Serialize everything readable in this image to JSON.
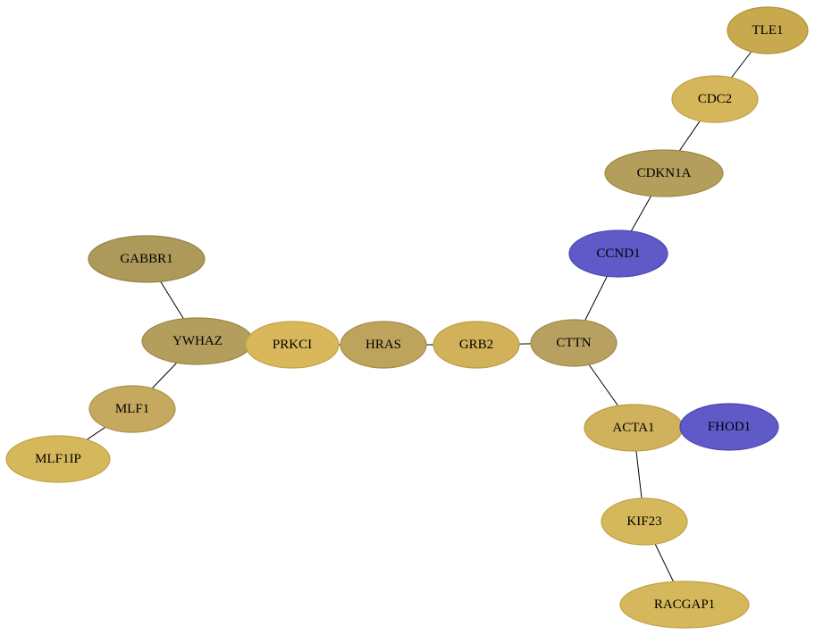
{
  "nodes": [
    {
      "id": "TLE1",
      "label": "TLE1",
      "fill": "#c9a94e",
      "stroke": "#b39338"
    },
    {
      "id": "CDC2",
      "label": "CDC2",
      "fill": "#d6b65a",
      "stroke": "#c0a042"
    },
    {
      "id": "CDKN1A",
      "label": "CDKN1A",
      "fill": "#b39e5c",
      "stroke": "#9c8746"
    },
    {
      "id": "CCND1",
      "label": "CCND1",
      "fill": "#5f5ac8",
      "stroke": "#4a45b4"
    },
    {
      "id": "GABBR1",
      "label": "GABBR1",
      "fill": "#ad995a",
      "stroke": "#968244"
    },
    {
      "id": "YWHAZ",
      "label": "YWHAZ",
      "fill": "#b49e5e",
      "stroke": "#9d8747"
    },
    {
      "id": "PRKCI",
      "label": "PRKCI",
      "fill": "#d8b85a",
      "stroke": "#c2a242"
    },
    {
      "id": "HRAS",
      "label": "HRAS",
      "fill": "#bea35c",
      "stroke": "#a78c45"
    },
    {
      "id": "GRB2",
      "label": "GRB2",
      "fill": "#d1b25a",
      "stroke": "#bb9c42"
    },
    {
      "id": "CTTN",
      "label": "CTTN",
      "fill": "#b8a060",
      "stroke": "#a18949"
    },
    {
      "id": "MLF1",
      "label": "MLF1",
      "fill": "#c4a95e",
      "stroke": "#ad9247"
    },
    {
      "id": "MLF1IP",
      "label": "MLF1IP",
      "fill": "#d6b85c",
      "stroke": "#c0a244"
    },
    {
      "id": "ACTA1",
      "label": "ACTA1",
      "fill": "#d1b25c",
      "stroke": "#bb9c44"
    },
    {
      "id": "FHOD1",
      "label": "FHOD1",
      "fill": "#5f5ac8",
      "stroke": "#4a45b4"
    },
    {
      "id": "KIF23",
      "label": "KIF23",
      "fill": "#d6b85c",
      "stroke": "#c0a244"
    },
    {
      "id": "RACGAP1",
      "label": "RACGAP1",
      "fill": "#d6b85c",
      "stroke": "#c0a244"
    }
  ],
  "edges": [
    [
      "TLE1",
      "CDC2"
    ],
    [
      "CDC2",
      "CDKN1A"
    ],
    [
      "CDKN1A",
      "CCND1"
    ],
    [
      "CCND1",
      "CTTN"
    ],
    [
      "GABBR1",
      "YWHAZ"
    ],
    [
      "YWHAZ",
      "PRKCI"
    ],
    [
      "YWHAZ",
      "MLF1"
    ],
    [
      "MLF1",
      "MLF1IP"
    ],
    [
      "PRKCI",
      "HRAS"
    ],
    [
      "HRAS",
      "GRB2"
    ],
    [
      "GRB2",
      "CTTN"
    ],
    [
      "CTTN",
      "ACTA1"
    ],
    [
      "ACTA1",
      "FHOD1"
    ],
    [
      "ACTA1",
      "KIF23"
    ],
    [
      "KIF23",
      "RACGAP1"
    ]
  ]
}
